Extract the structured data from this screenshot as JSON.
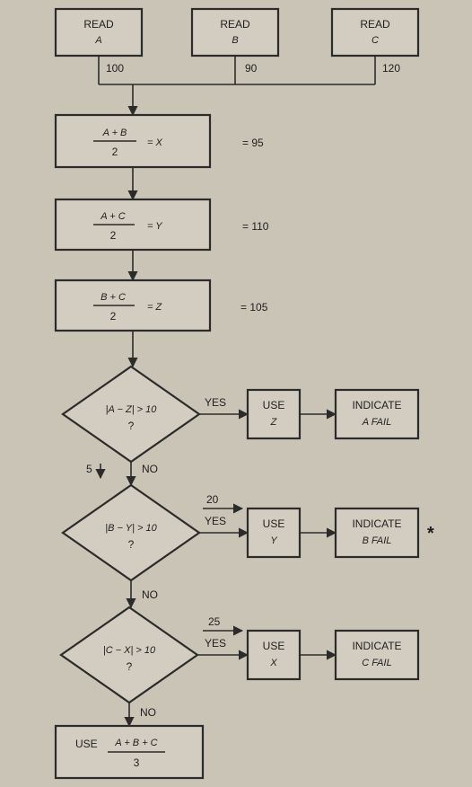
{
  "read_a": {
    "line1": "READ",
    "line2": "A",
    "value": "100"
  },
  "read_b": {
    "line1": "READ",
    "line2": "B",
    "value": "90"
  },
  "read_c": {
    "line1": "READ",
    "line2": "C",
    "value": "120"
  },
  "calc_x": {
    "num": "A + B",
    "den": "2",
    "assign": "= X",
    "result": "= 95"
  },
  "calc_y": {
    "num": "A + C",
    "den": "2",
    "assign": "= Y",
    "result": "= 110"
  },
  "calc_z": {
    "num": "B + C",
    "den": "2",
    "assign": "= Z",
    "result": "= 105"
  },
  "decision_1": {
    "cond": "|A − Z| > 10",
    "q": "?",
    "yes": "YES",
    "no": "NO",
    "side_note": "5"
  },
  "decision_2": {
    "cond": "|B − Y| > 10",
    "q": "?",
    "yes": "YES",
    "no": "NO",
    "side_note": "20"
  },
  "decision_3": {
    "cond": "|C − X| > 10",
    "q": "?",
    "yes": "YES",
    "no": "NO",
    "side_note": "25"
  },
  "use_z": {
    "line1": "USE",
    "line2": "Z"
  },
  "use_y": {
    "line1": "USE",
    "line2": "Y"
  },
  "use_x": {
    "line1": "USE",
    "line2": "X"
  },
  "fail_a": {
    "line1": "INDICATE",
    "line2": "A FAIL"
  },
  "fail_b": {
    "line1": "INDICATE",
    "line2": "B FAIL"
  },
  "fail_c": {
    "line1": "INDICATE",
    "line2": "C FAIL"
  },
  "asterisk": "*",
  "use_avg": {
    "label": "USE",
    "num": "A + B + C",
    "den": "3"
  }
}
